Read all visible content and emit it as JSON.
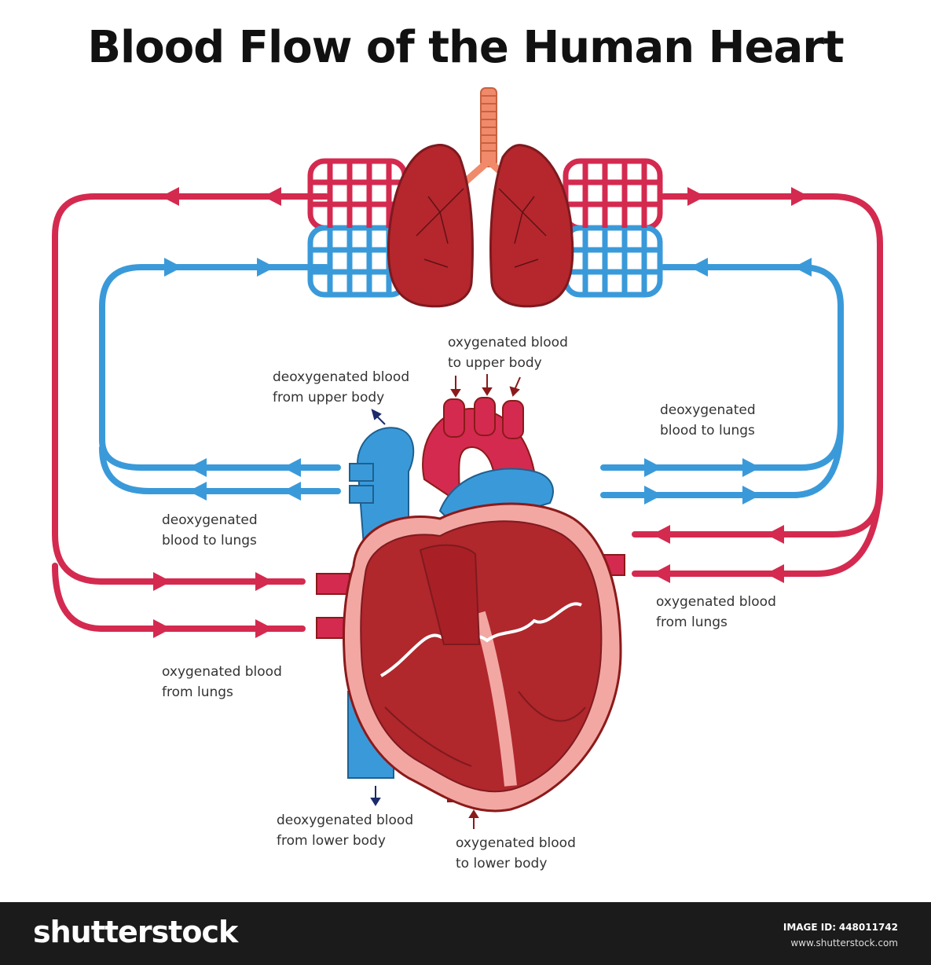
{
  "title": "Blood  Flow  of the Human Heart",
  "labels": {
    "oxygenated_upper": [
      "oxygenated blood",
      "to upper body"
    ],
    "deoxygenated_from_upper": [
      "deoxygenated blood",
      "from upper body"
    ],
    "deoxygenated_to_lungs_right": [
      "deoxygenated",
      "blood to lungs"
    ],
    "deoxygenated_to_lungs_left": [
      "deoxygenated",
      "blood to lungs"
    ],
    "oxygenated_from_lungs_right": [
      "oxygenated blood",
      "from lungs"
    ],
    "oxygenated_from_lungs_left": [
      "oxygenated blood",
      "from lungs"
    ],
    "deoxygenated_from_lower": [
      "deoxygenated blood",
      "from lower body"
    ],
    "oxygenated_lower": [
      "oxygenated blood",
      "to lower body"
    ]
  },
  "footer": {
    "logo": "shutterstock",
    "image_id_label": "IMAGE ID:",
    "image_id": "448011742",
    "site": "www.shutterstock.com"
  },
  "colors": {
    "oxygenated": "#d42a4f",
    "deoxygenated": "#3a9ad9",
    "heart": "#b0272c",
    "heart_dark": "#7e1a1f",
    "lungs": "#b5272d"
  }
}
